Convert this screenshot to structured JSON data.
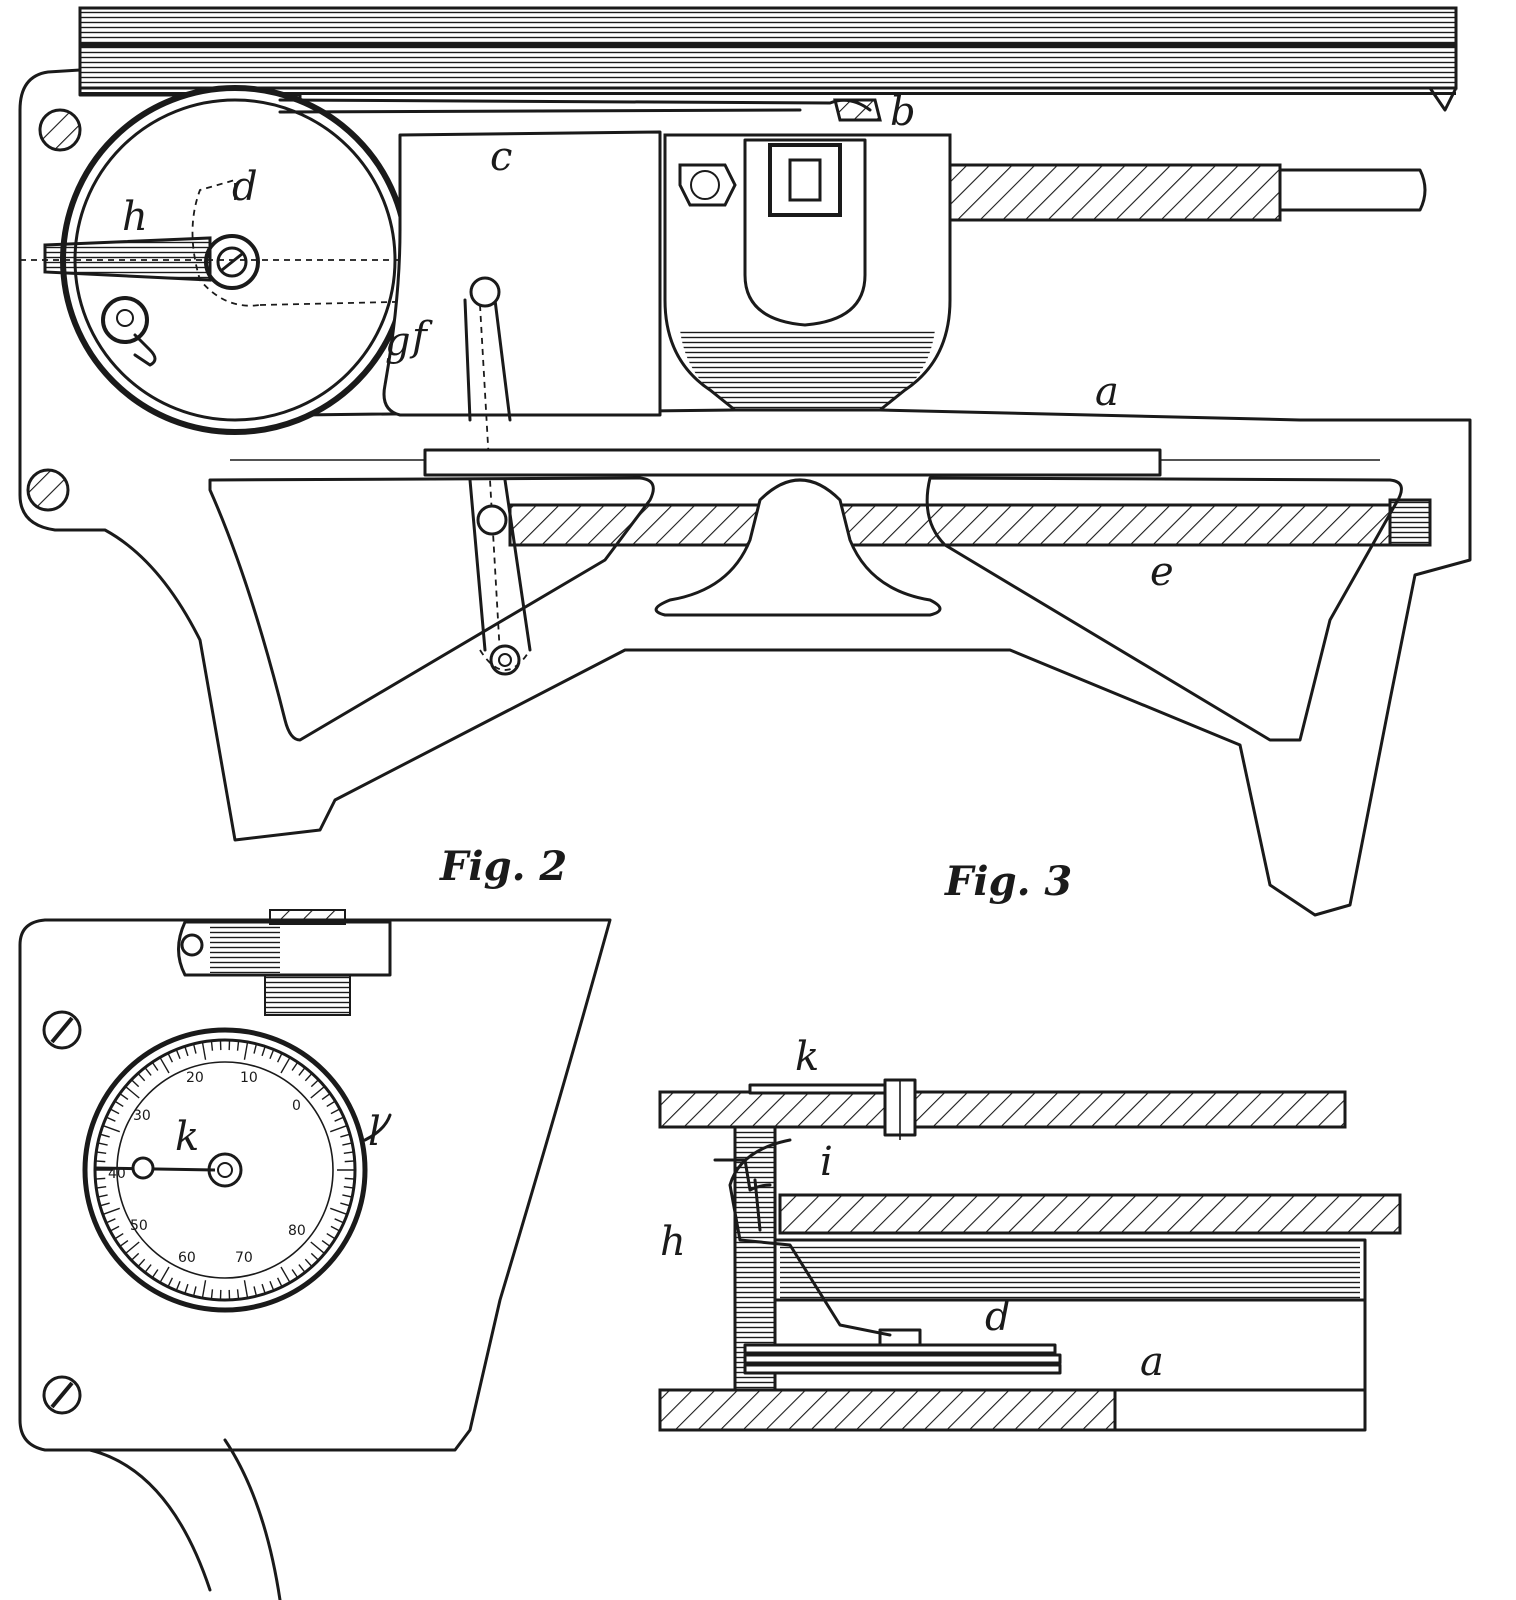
{
  "figures": {
    "fig1": {
      "labels": {
        "a": "a",
        "b": "b",
        "c": "c",
        "d": "d",
        "e": "e",
        "f": "f",
        "g": "g",
        "h": "h"
      }
    },
    "fig2": {
      "caption": "Fig. 2",
      "labels": {
        "k": "k",
        "l": "l"
      },
      "dial_numbers": [
        "20",
        "10",
        "0",
        "30",
        "40",
        "50",
        "60",
        "70",
        "80"
      ]
    },
    "fig3": {
      "caption": "Fig. 3",
      "labels": {
        "k": "k",
        "i": "i",
        "h": "h",
        "d": "d",
        "a": "a"
      }
    }
  },
  "colors": {
    "ink": "#1a1a1a",
    "paper": "#ffffff"
  }
}
